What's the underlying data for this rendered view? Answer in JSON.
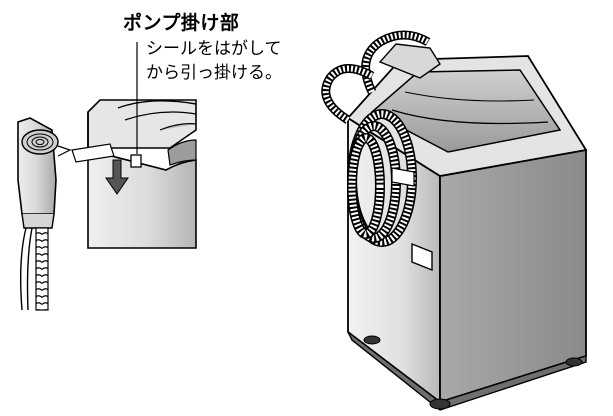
{
  "callout": {
    "title": "ポンプ掛け部",
    "note_line1": "シールをはがして",
    "note_line2": "から引っ掛ける。"
  }
}
